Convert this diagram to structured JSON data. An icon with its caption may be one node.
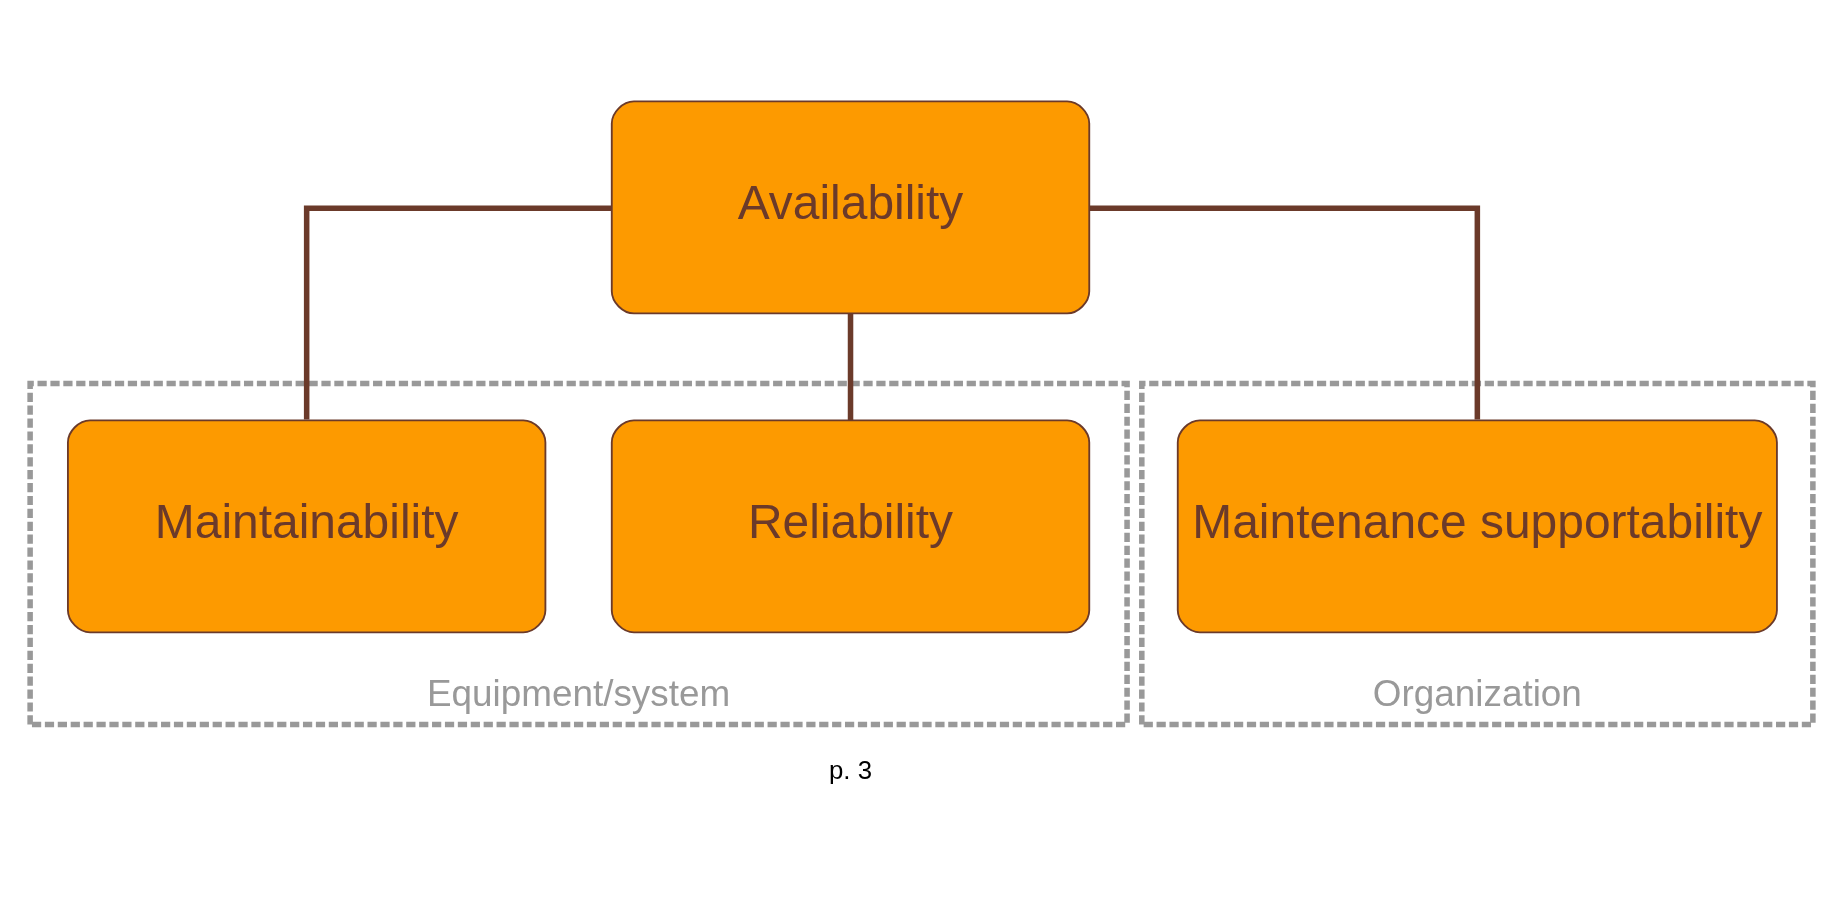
{
  "diagram": {
    "nodes": [
      {
        "text": [
          "Availability"
        ]
      },
      {
        "text": [
          "Equipment/system"
        ]
      },
      {
        "text": [
          "Reliability"
        ],
        "in": 1
      },
      {
        "text": [
          "Maintainability"
        ],
        "in": 1
      },
      {
        "text": [
          "Organization"
        ]
      },
      {
        "text": [
          "Maintenance supportability"
        ],
        "in": 4
      }
    ],
    "edges": [
      {
        "from": 0,
        "to": 2,
        "arrow": "none"
      },
      {
        "from": 0,
        "to": 3,
        "arrow": "none"
      },
      {
        "from": 0,
        "to": 5,
        "arrow": "none"
      }
    ],
    "labels": [
      "p. 3"
    ]
  }
}
